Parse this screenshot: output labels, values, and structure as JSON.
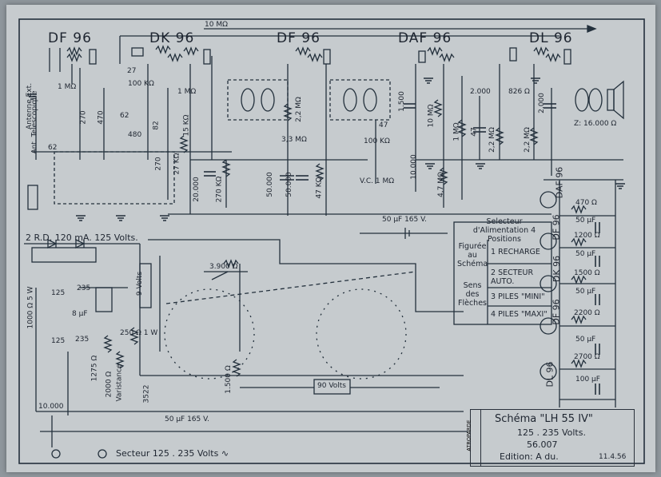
{
  "tubes": {
    "df96_a": "DF 96",
    "dk96": "DK 96",
    "df96_b": "DF 96",
    "daf96": "DAF 96",
    "dl96": "DL 96"
  },
  "antenna": {
    "label_ext": "Antenne Ext.",
    "label_tel": "Ant. Telescopique"
  },
  "components": {
    "r_top": "10 MΩ",
    "r_1m_a": "1 MΩ",
    "r_1m_b": "1 MΩ",
    "c_27": "27",
    "r_100k": "100 KΩ",
    "c_270": "270",
    "c_470": "470",
    "c_62": "62",
    "c_82": "82",
    "c_480": "480",
    "c_62b": "62",
    "r_15k": "15 KΩ",
    "c_270b": "270",
    "r_27k": "27 KΩ",
    "c_20000": "20.000",
    "r_270k": "270 KΩ",
    "r_22m": "2,2 MΩ",
    "r_33m": "3,3 MΩ",
    "c_47": "47",
    "r_100k_b": "100 KΩ",
    "c_50000": "50.000",
    "c_50000b": "50.000",
    "r_47k": "47 KΩ",
    "vc": "V.C. 1 MΩ",
    "c_1500": "1.500",
    "r_10m": "10 MΩ",
    "c_10000": "10.000",
    "r_47m": "4,7 MΩ",
    "c_2000": "2.000",
    "r_826": "826 Ω",
    "r_1m_c": "1 MΩ",
    "c_47b": "47",
    "r_22m_b": "2,2 MΩ",
    "r_22m_c": "2,2 MΩ",
    "c_2000b": "2.000",
    "speaker": "Z: 16.000 Ω",
    "c_50uf_165": "50 µF 165 V.",
    "r_470": "470 Ω",
    "c_50uf_a": "50 µF",
    "r_1200": "1200 Ω",
    "c_50uf_b": "50 µF",
    "r_1500": "1500 Ω",
    "c_50uf_c": "50 µF",
    "r_2200": "2200 Ω",
    "c_50uf_d": "50 µF",
    "r_2700": "2700 Ω",
    "c_100uf": "100 µF",
    "r_3900": "3.900 Ω",
    "r_1500b": "1.500 Ω",
    "volts_9": "9 Volts",
    "volts_90": "90 Volts",
    "rectifier": "2 R.D. 120 mA. 125 Volts.",
    "r_125": "125",
    "r_235": "235",
    "r_125b": "125",
    "r_235b": "235",
    "c_8uf": "8 µF",
    "r_1275": "1275 Ω",
    "r_2000": "2000 Ω",
    "r_250": "250 Ω 1 W",
    "varistance": "Varistance",
    "r_3522": "3522",
    "c_10000b": "10.000",
    "c_50uf_165b": "50 µF 165 V.",
    "x_cap": "1000 Ω 5 W"
  },
  "tube_side": {
    "daf": "DAF 96",
    "df": "DF 96",
    "dk": "DK 96",
    "df2": "DF 96",
    "dl": "DL 96"
  },
  "selector": {
    "title": "Selecteur d'Alimentation 4 Positions",
    "figure": "Figurée au Schéma",
    "sens": "Sens des Flèches",
    "pos1": "1 RECHARGE",
    "pos2": "2 SECTEUR AUTO.",
    "pos3": "3 PILES \"MINI\"",
    "pos4": "4 PILES \"MAXI\""
  },
  "title_block": {
    "side": "ATROPARDE",
    "line1": "Schéma \"LH 55 IV\"",
    "line2": "125 . 235 Volts.",
    "line3": "56.007",
    "line4": "Edition: A du.",
    "date": "11.4.56"
  },
  "footer": {
    "secteur": "Secteur 125 . 235 Volts ∿"
  }
}
